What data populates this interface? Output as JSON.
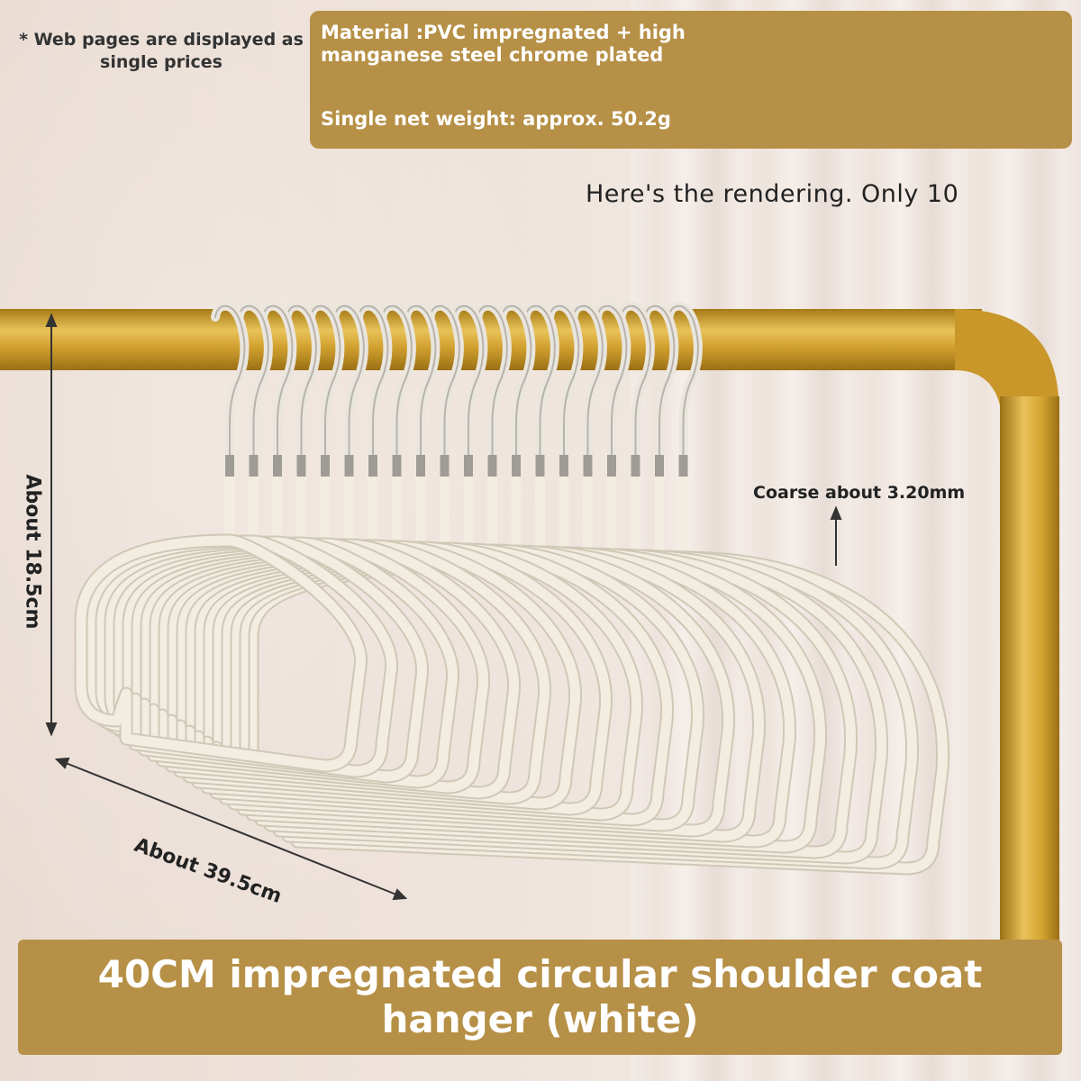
{
  "note": "* Web pages are displayed as single prices",
  "spec": {
    "material": "Material :PVC impregnated + high manganese steel chrome plated",
    "weight": "Single net weight: approx. 50.2g"
  },
  "rendering_note": "Here's the rendering. Only 10",
  "dimensions": {
    "height": "About 18.5cm",
    "width": "About 39.5cm",
    "thickness": "Coarse about 3.20mm"
  },
  "title": "40CM impregnated circular shoulder coat hanger (white)",
  "colors": {
    "accent": "#b69046",
    "hanger": "#f2ede0",
    "rail": "#d4a431"
  }
}
